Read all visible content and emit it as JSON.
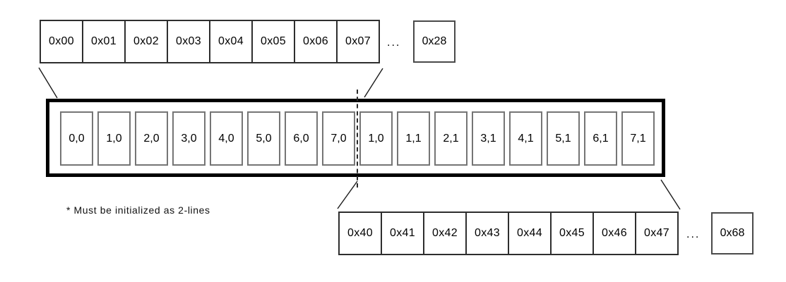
{
  "top_row": {
    "cells": [
      "0x00",
      "0x01",
      "0x02",
      "0x03",
      "0x04",
      "0x05",
      "0x06",
      "0x07"
    ],
    "ellipsis": "...",
    "tail_cell": "0x28"
  },
  "buffer": {
    "cells": [
      "0,0",
      "1,0",
      "2,0",
      "3,0",
      "4,0",
      "5,0",
      "6,0",
      "7,0",
      "1,0",
      "1,1",
      "2,1",
      "3,1",
      "4,1",
      "5,1",
      "6,1",
      "7,1"
    ]
  },
  "bottom_row": {
    "cells": [
      "0x40",
      "0x41",
      "0x42",
      "0x43",
      "0x44",
      "0x45",
      "0x46",
      "0x47"
    ],
    "ellipsis": "...",
    "tail_cell": "0x68"
  },
  "footnote": "* Must be initialized as 2-lines",
  "colors": {
    "background": "#ffffff",
    "outer_box_border": "#000000",
    "inner_cell_border": "#757575",
    "row_cell_border": "#2e2e2e",
    "text": "#000000"
  }
}
